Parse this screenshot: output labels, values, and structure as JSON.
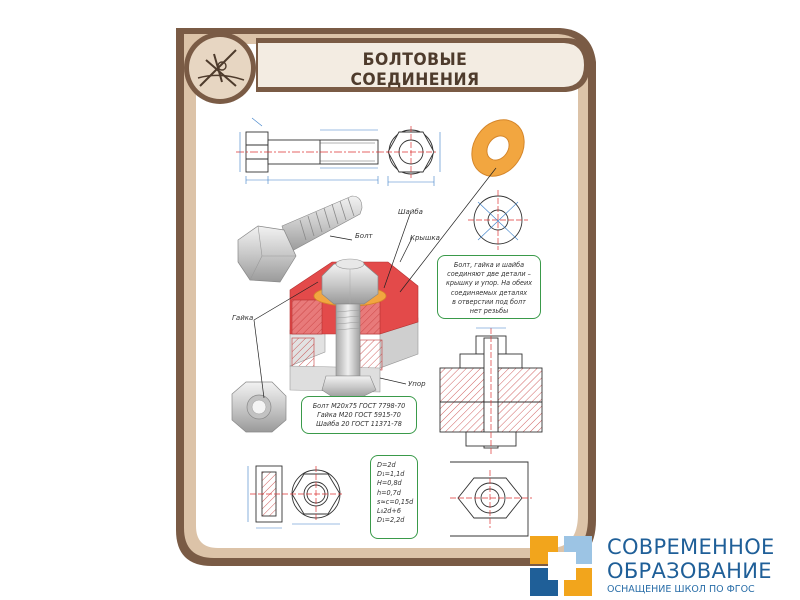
{
  "title": "БОЛТОВЫЕ СОЕДИНЕНИЯ",
  "labels": {
    "bolt": "Болт",
    "washer": "Шайба",
    "cover": "Крышка",
    "nut": "Гайка",
    "stop": "Упор"
  },
  "notes": {
    "assembly": [
      "Болт, гайка и шайба",
      "соединяют две детали –",
      "крышку и упор. На обеих",
      "соединяемых деталях",
      "в отверстии под болт",
      "нет резьбы"
    ],
    "standards": [
      "Болт М20х75 ГОСТ 7798-70",
      "Гайка М20 ГОСТ 5915-70",
      "Шайба 20 ГОСТ 11371-78"
    ],
    "formulas": [
      "D=2d",
      "D₁=1,1d",
      "H=0,8d",
      "h=0,7d",
      "s≈c=0,15d",
      "L₀2d+6",
      "D₁=2,2d"
    ]
  },
  "brand": {
    "line1": "СОВРЕМЕННОЕ",
    "line2": "ОБРАЗОВАНИЕ",
    "line3": "ОСНАЩЕНИЕ ШКОЛ ПО ФГОС",
    "colors": {
      "blue": "#1f5f98",
      "yellow": "#f2a51c",
      "light_blue": "#9cc4e4"
    }
  },
  "colors": {
    "frame_brown": "#7a5b45",
    "frame_beige": "#dcc3a8",
    "section_red": "#e34a4a",
    "washer_orange": "#f2a640",
    "dimension_blue": "#3a7ec8",
    "note_border": "#3a9a4a"
  }
}
